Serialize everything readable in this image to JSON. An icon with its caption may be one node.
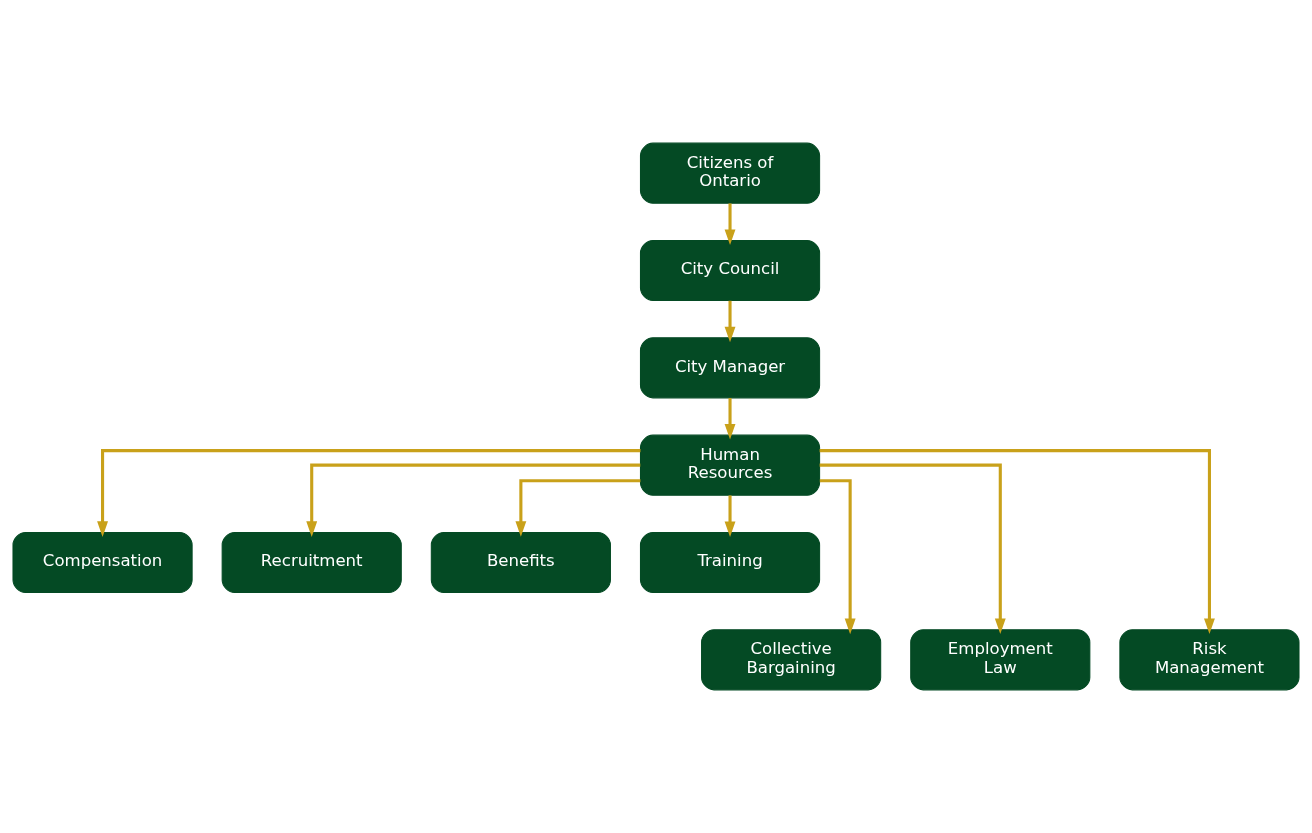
{
  "diagram": {
    "nodes": [
      {
        "text": [
          "Citizens of Ontario"
        ]
      },
      {
        "text": [
          "City Council"
        ]
      },
      {
        "text": [
          "City Manager"
        ]
      },
      {
        "text": [
          "Human Resources"
        ]
      },
      {
        "text": [
          "Compensation"
        ]
      },
      {
        "text": [
          "Recruitment"
        ]
      },
      {
        "text": [
          "Benefits"
        ]
      },
      {
        "text": [
          "Training"
        ]
      },
      {
        "text": [
          "Collective Bargaining"
        ]
      },
      {
        "text": [
          "Employment Law"
        ]
      },
      {
        "text": [
          "Risk Management"
        ]
      }
    ],
    "edges": [
      {
        "from": 0,
        "to": 1,
        "arrow": "to"
      },
      {
        "from": 1,
        "to": 2,
        "arrow": "to"
      },
      {
        "from": 2,
        "to": 3,
        "arrow": "to"
      },
      {
        "from": 3,
        "to": 4,
        "arrow": "to"
      },
      {
        "from": 3,
        "to": 5,
        "arrow": "to"
      },
      {
        "from": 3,
        "to": 6,
        "arrow": "to"
      },
      {
        "from": 3,
        "to": 7,
        "arrow": "to"
      },
      {
        "from": 3,
        "to": 8,
        "arrow": "to"
      },
      {
        "from": 3,
        "to": 9,
        "arrow": "to"
      },
      {
        "from": 3,
        "to": 10,
        "arrow": "to"
      }
    ]
  }
}
